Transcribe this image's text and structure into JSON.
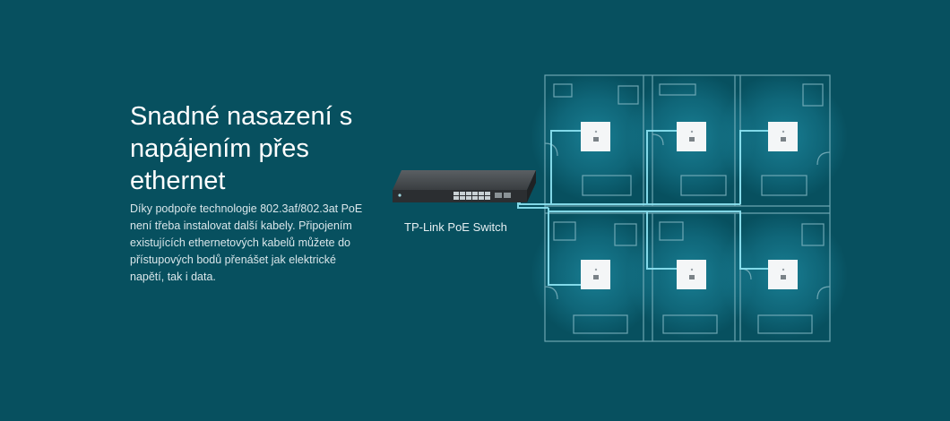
{
  "headline": "Snadné nasazení s napájením přes ethernet",
  "description": "Díky podpoře technologie 802.3af/802.3at PoE není třeba instalovat další kabely. Připojením existujících ethernetových kabelů můžete do přístupových bodů přenášet jak elektrické napětí, tak i data.",
  "switch_label": "TP-Link PoE Switch",
  "colors": {
    "background": "#07505f",
    "cable": "#8fe6f5",
    "coverage": "#1f8fa8",
    "floorplan_line": "#7fb4c0"
  },
  "access_points": 6,
  "icons": [
    "poe-switch-icon",
    "access-point-icon",
    "floor-plan-graphic",
    "ethernet-cable-graphic"
  ]
}
